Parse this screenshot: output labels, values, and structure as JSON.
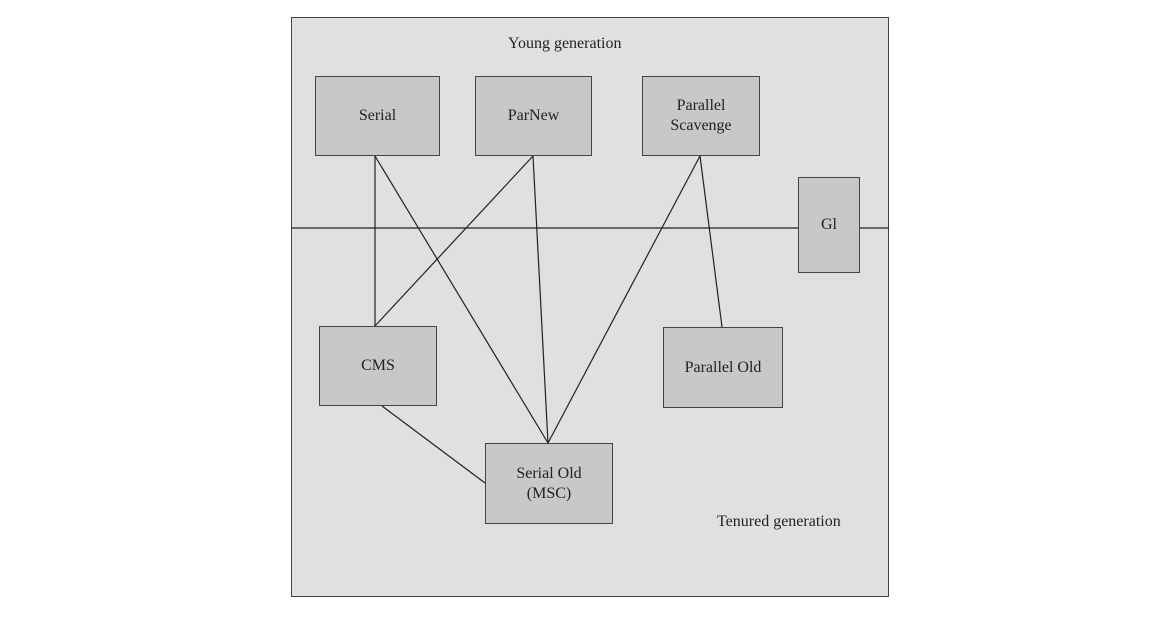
{
  "regions": {
    "young": "Young generation",
    "tenured": "Tenured generation"
  },
  "collectors": {
    "serial": "Serial",
    "parnew": "ParNew",
    "parallel_scavenge": "Parallel\nScavenge",
    "g1": "Gl",
    "cms": "CMS",
    "parallel_old": "Parallel Old",
    "serial_old": "Serial Old\n(MSC)"
  },
  "colors": {
    "background": "#e0e0e0",
    "node_fill": "#c8c8c8",
    "line": "#222222"
  }
}
